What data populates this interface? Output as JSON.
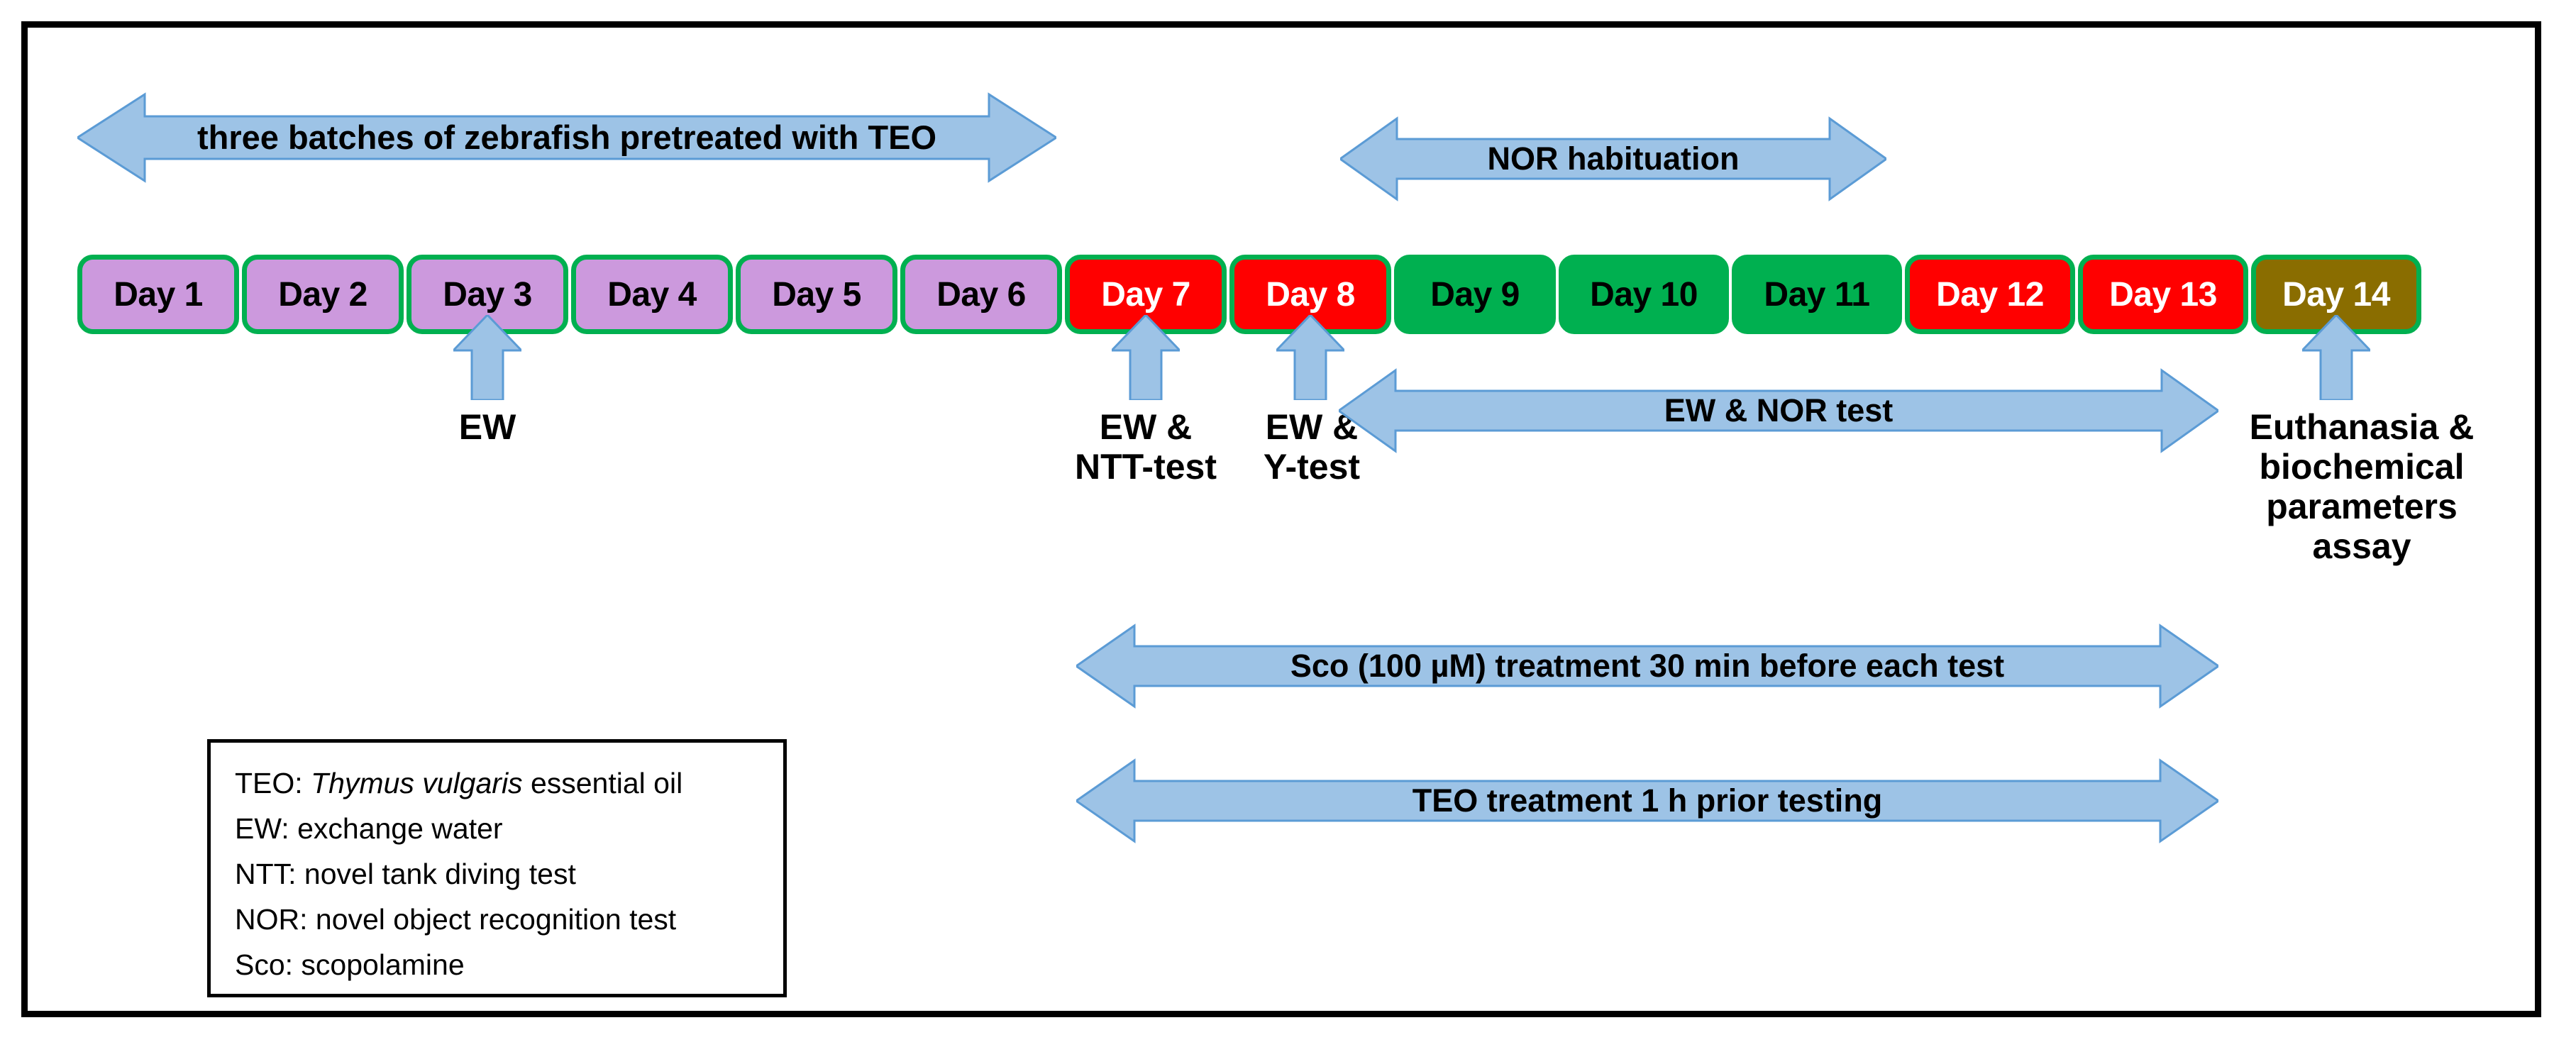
{
  "figure": {
    "type": "experimental-timeline",
    "frame_border_color": "#000000",
    "arrow_fill_color": "#9DC3E6",
    "arrow_stroke_color": "#5B9BD5"
  },
  "timeline": {
    "box_border_color": "#00B050",
    "days": [
      {
        "label": "Day 1",
        "fill": "#CC99DD",
        "text_color": "#000000",
        "style": "day-purple"
      },
      {
        "label": "Day 2",
        "fill": "#CC99DD",
        "text_color": "#000000",
        "style": "day-purple"
      },
      {
        "label": "Day 3",
        "fill": "#CC99DD",
        "text_color": "#000000",
        "style": "day-purple"
      },
      {
        "label": "Day 4",
        "fill": "#CC99DD",
        "text_color": "#000000",
        "style": "day-purple"
      },
      {
        "label": "Day 5",
        "fill": "#CC99DD",
        "text_color": "#000000",
        "style": "day-purple"
      },
      {
        "label": "Day 6",
        "fill": "#CC99DD",
        "text_color": "#000000",
        "style": "day-purple"
      },
      {
        "label": "Day 7",
        "fill": "#FF0000",
        "text_color": "#FFFFFF",
        "style": "day-red"
      },
      {
        "label": "Day 8",
        "fill": "#FF0000",
        "text_color": "#FFFFFF",
        "style": "day-red"
      },
      {
        "label": "Day 9",
        "fill": "#00B050",
        "text_color": "#000000",
        "style": "day-green"
      },
      {
        "label": "Day 10",
        "fill": "#00B050",
        "text_color": "#000000",
        "style": "day-green"
      },
      {
        "label": "Day 11",
        "fill": "#00B050",
        "text_color": "#000000",
        "style": "day-green"
      },
      {
        "label": "Day 12",
        "fill": "#FF0000",
        "text_color": "#FFFFFF",
        "style": "day-red"
      },
      {
        "label": "Day 13",
        "fill": "#FF0000",
        "text_color": "#FFFFFF",
        "style": "day-red"
      },
      {
        "label": "Day 14",
        "fill": "#8A6D00",
        "text_color": "#FFFFFF",
        "style": "day-olive"
      }
    ]
  },
  "span_arrows": [
    {
      "id": "pretreatment",
      "label": "three batches of zebrafish pretreated with TEO",
      "spans_days": "Day 1 - Day 6"
    },
    {
      "id": "nor-habituation",
      "label": "NOR habituation",
      "spans_days": "Day 9 - Day 11"
    },
    {
      "id": "ew-nor-test",
      "label": "EW & NOR test",
      "spans_days": "Day 9 - Day 13"
    },
    {
      "id": "sco-treatment",
      "label": "Sco (100 µM) treatment 30 min before each test",
      "spans_days": "Day 7 - Day 13"
    },
    {
      "id": "teo-treatment",
      "label": "TEO treatment 1 h prior testing",
      "spans_days": "Day 7 - Day 13"
    }
  ],
  "event_markers": [
    {
      "id": "ew-day3",
      "label": "EW",
      "at_day": "Day 3"
    },
    {
      "id": "ew-ntt-day7",
      "label": "EW &\nNTT-test",
      "at_day": "Day 7"
    },
    {
      "id": "ew-y-day8",
      "label": "EW &\nY-test",
      "at_day": "Day 8"
    },
    {
      "id": "euthanasia-day14",
      "label": "Euthanasia &\nbiochemical\nparameters\nassay",
      "at_day": "Day 14"
    }
  ],
  "legend": {
    "entries": [
      {
        "abbr": "TEO",
        "definition_pre": "TEO: ",
        "definition_italic": "Thymus vulgaris",
        "definition_post": " essential oil"
      },
      {
        "abbr": "EW",
        "definition_pre": "EW: exchange water",
        "definition_italic": "",
        "definition_post": ""
      },
      {
        "abbr": "NTT",
        "definition_pre": "NTT: novel tank diving test",
        "definition_italic": "",
        "definition_post": ""
      },
      {
        "abbr": "NOR",
        "definition_pre": "NOR: novel object recognition test",
        "definition_italic": "",
        "definition_post": ""
      },
      {
        "abbr": "Sco",
        "definition_pre": "Sco: scopolamine",
        "definition_italic": "",
        "definition_post": ""
      }
    ]
  }
}
